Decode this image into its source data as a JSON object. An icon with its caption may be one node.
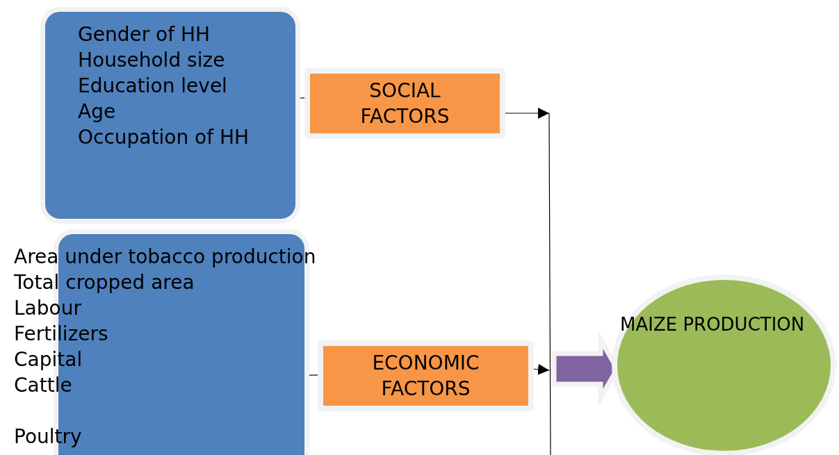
{
  "diagram": {
    "nodes": [
      {
        "text": [
          "Gender of HH",
          "Household size",
          "Education level",
          "Age",
          "Occupation of HH"
        ]
      },
      {
        "text": [
          "SOCIAL FACTORS"
        ]
      },
      {
        "text": [
          "Area under tobacco production",
          "Total cropped area",
          "Labour",
          "Fertilizers",
          "Capital",
          "Cattle",
          "Poultry"
        ]
      },
      {
        "text": [
          "ECONOMIC FACTORS"
        ]
      },
      {
        "text": [
          "MAIZE PRODUCTION"
        ]
      }
    ],
    "edges": [
      {
        "from": 0,
        "to": 1,
        "arrow": "none"
      },
      {
        "from": 2,
        "to": 3,
        "arrow": "none"
      },
      {
        "from": 1,
        "to": null,
        "arrow": "to"
      },
      {
        "from": 3,
        "to": null,
        "arrow": "to"
      },
      {
        "from": null,
        "to": 4,
        "arrow": "to",
        "style": "thick",
        "color": "#8064a2"
      }
    ]
  }
}
